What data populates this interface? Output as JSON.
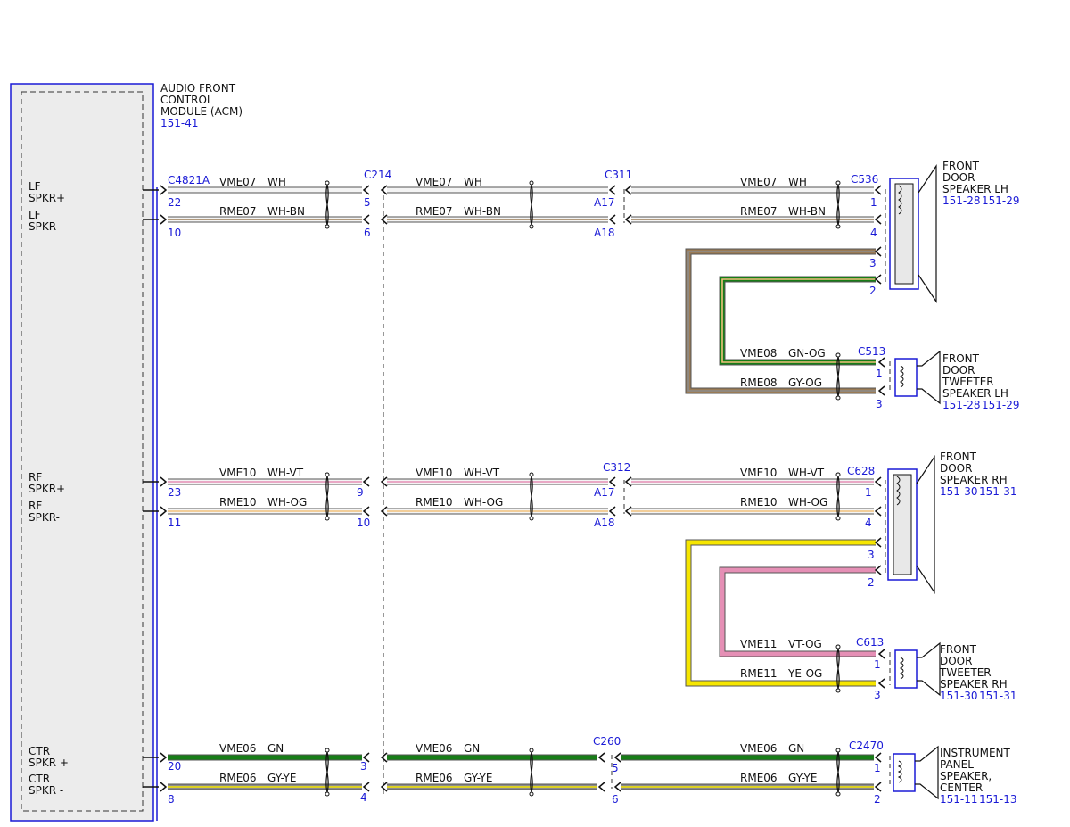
{
  "module": {
    "title_lines": [
      "AUDIO FRONT",
      "CONTROL",
      "MODULE (ACM)"
    ],
    "ref": "151-41",
    "pins": [
      {
        "lines": [
          "LF",
          "SPKR+"
        ]
      },
      {
        "lines": [
          "LF",
          "SPKR-"
        ]
      },
      {
        "lines": [
          "RF",
          "SPKR+"
        ]
      },
      {
        "lines": [
          "RF",
          "SPKR-"
        ]
      },
      {
        "lines": [
          "CTR",
          "SPKR +"
        ]
      },
      {
        "lines": [
          "CTR",
          "SPKR -"
        ]
      }
    ]
  },
  "connectors": {
    "acm": "C4821A",
    "c214": "C214",
    "c311": "C311",
    "c312": "C312",
    "c260": "C260",
    "c536": "C536",
    "c513": "C513",
    "c628": "C628",
    "c613": "C613",
    "c2470": "C2470"
  },
  "pins": {
    "acm": [
      "22",
      "10",
      "23",
      "11",
      "20",
      "8"
    ],
    "c214": [
      "5",
      "6",
      "9",
      "10",
      "3",
      "4"
    ],
    "c311": [
      "A17",
      "A18"
    ],
    "c312": [
      "A17",
      "A18"
    ],
    "c260": [
      "5",
      "6"
    ],
    "c536": [
      "1",
      "4",
      "3",
      "2"
    ],
    "c513": [
      "1",
      "3"
    ],
    "c628": [
      "1",
      "4",
      "3",
      "2"
    ],
    "c613": [
      "1",
      "3"
    ],
    "c2470": [
      "1",
      "2"
    ]
  },
  "circuits": [
    {
      "id": "VME07",
      "color": "WH"
    },
    {
      "id": "RME07",
      "color": "WH-BN"
    },
    {
      "id": "VME10",
      "color": "WH-VT"
    },
    {
      "id": "RME10",
      "color": "WH-OG"
    },
    {
      "id": "VME06",
      "color": "GN"
    },
    {
      "id": "RME06",
      "color": "GY-YE"
    },
    {
      "id": "VME08",
      "color": "GN-OG"
    },
    {
      "id": "RME08",
      "color": "GY-OG"
    },
    {
      "id": "VME11",
      "color": "VT-OG"
    },
    {
      "id": "RME11",
      "color": "YE-OG"
    }
  ],
  "speakers": {
    "lf_door": {
      "lines": [
        "FRONT",
        "DOOR",
        "SPEAKER LH"
      ],
      "refs": [
        "151-28",
        "151-29"
      ]
    },
    "lf_tweeter": {
      "lines": [
        "FRONT",
        "DOOR",
        "TWEETER",
        "SPEAKER LH"
      ],
      "refs": [
        "151-28",
        "151-29"
      ]
    },
    "rf_door": {
      "lines": [
        "FRONT",
        "DOOR",
        "SPEAKER RH"
      ],
      "refs": [
        "151-30",
        "151-31"
      ]
    },
    "rf_tweeter": {
      "lines": [
        "FRONT",
        "DOOR",
        "TWEETER",
        "SPEAKER RH"
      ],
      "refs": [
        "151-30",
        "151-31"
      ]
    },
    "center": {
      "lines": [
        "INSTRUMENT",
        "PANEL",
        "SPEAKER,",
        "CENTER"
      ],
      "refs": [
        "151-11",
        "151-13"
      ]
    }
  },
  "wire_colors": {
    "WH": "#f4f4f4",
    "BN": "#9a7b55",
    "GN": "#177d17",
    "GY": "#8c8c8c",
    "VT": "#e58fb5",
    "OG": "#f1c27d",
    "YE": "#f6e600",
    "outline": "#555555",
    "module_blue": "#1a1ad6",
    "module_fill": "#ececec"
  }
}
